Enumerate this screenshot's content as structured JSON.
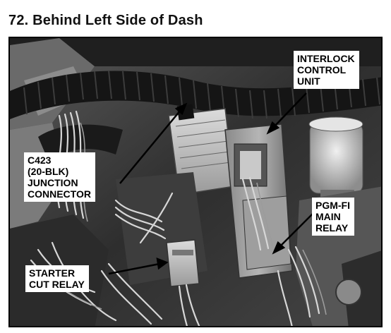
{
  "heading": "72. Behind Left Side of Dash",
  "callouts": {
    "interlock": "INTERLOCK\nCONTROL\nUNIT",
    "c423": "C423\n(20-BLK)\nJUNCTION\nCONNECTOR",
    "pgmfi": "PGM-FI\nMAIN\nRELAY",
    "starter": "STARTER\nCUT RELAY"
  }
}
